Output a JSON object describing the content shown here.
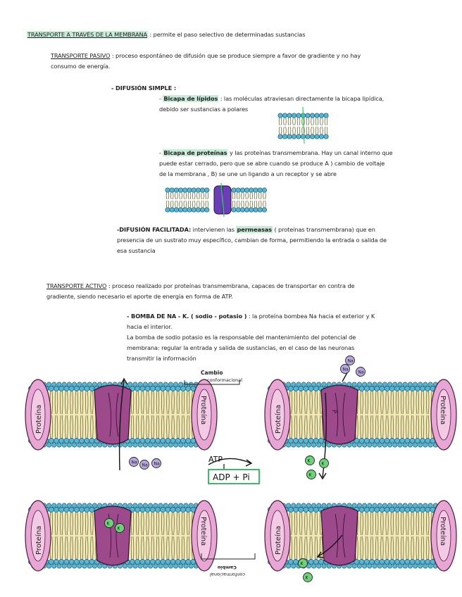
{
  "header": {
    "title": "TRANSPORTE A TRAVÉS DE LA MEMBRANA",
    "title_rest": ": permite el paso selectivo de determinadas sustancias"
  },
  "pasivo": {
    "heading": "TRANSPORTE PASIVO",
    "text_l1": ": proceso espontáneo de difusión que se produce siempre a favor de gradiente y no hay",
    "text_l2": "consumo de energía.",
    "difusion_simple": {
      "heading": "- DIFUSIÓN SIMPLE :",
      "lipidos": {
        "dash": "-",
        "label": "Bicapa de lípidos",
        "l1": ": las moléculas atraviesan directamente la bicapa lipídica,",
        "l2": "debido ser sustancias a polares"
      },
      "proteinas": {
        "dash": "-",
        "label": "Bicapa de proteínas",
        "l1": "y las proteínas transmembrana. Hay un canal interno que",
        "l2": "puede estar cerrado, pero que se abre cuando se produce A ) cambio de voltaje",
        "l3": "de la membrana , B) se une un ligando a un receptor y se abre"
      }
    },
    "difusion_facilitada": {
      "heading": "-DIFUSIÓN FACILITADA:",
      "l1_a": "intervienen las",
      "l1_hl": "permeasas",
      "l1_b": "( proteínas transmembrana) que en",
      "l2": "presencia de un sustrato muy específico, cambian de forma, permitiendo la entrada o salida de",
      "l3": "esa sustancia"
    }
  },
  "activo": {
    "heading": "TRANSPORTE ACTIVO",
    "l1": ": proceso realizado por proteínas transmembrana, capaces de transportar en contra de",
    "l2": "gradiente, siendo necesario el aporte de energía en forma de ATP.",
    "bomba": {
      "heading": "- BOMBA DE NA - K. ( sodio - potasio )",
      "l1": ": la proteína bombea Na hacia el exterior y K",
      "l2": "hacia el interior.",
      "l3": "La bomba de sodio potasio es la responsable del mantenimiento del potencial de",
      "l4": "membrana: regular la entrada y salida de sustancias, en el caso de las neuronas",
      "l5": "transmitir la información"
    }
  },
  "diagram": {
    "cambio_top_l1": "Cambio",
    "cambio_top_l2": "conformacional",
    "cambio_bottom_l1": "Cambio",
    "cambio_bottom_l2": "conformacional",
    "atp": "ATP",
    "adp": "ADP + Pi",
    "p_label": "P",
    "protein_label": "Proteína",
    "na_label": "Na",
    "k_label": "K"
  },
  "colors": {
    "head_blue": "#56b6d6",
    "tail_yellow": "#e9d77e",
    "protein_pink": "#e7a6d3",
    "pump_purple": "#9c4a8c",
    "channel_purple": "#6a3fb5",
    "highlight_green": "#c9ecd9",
    "na_ball": "#b9a8e0",
    "k_ball": "#6fd17a",
    "adp_box": "#17a34a"
  }
}
